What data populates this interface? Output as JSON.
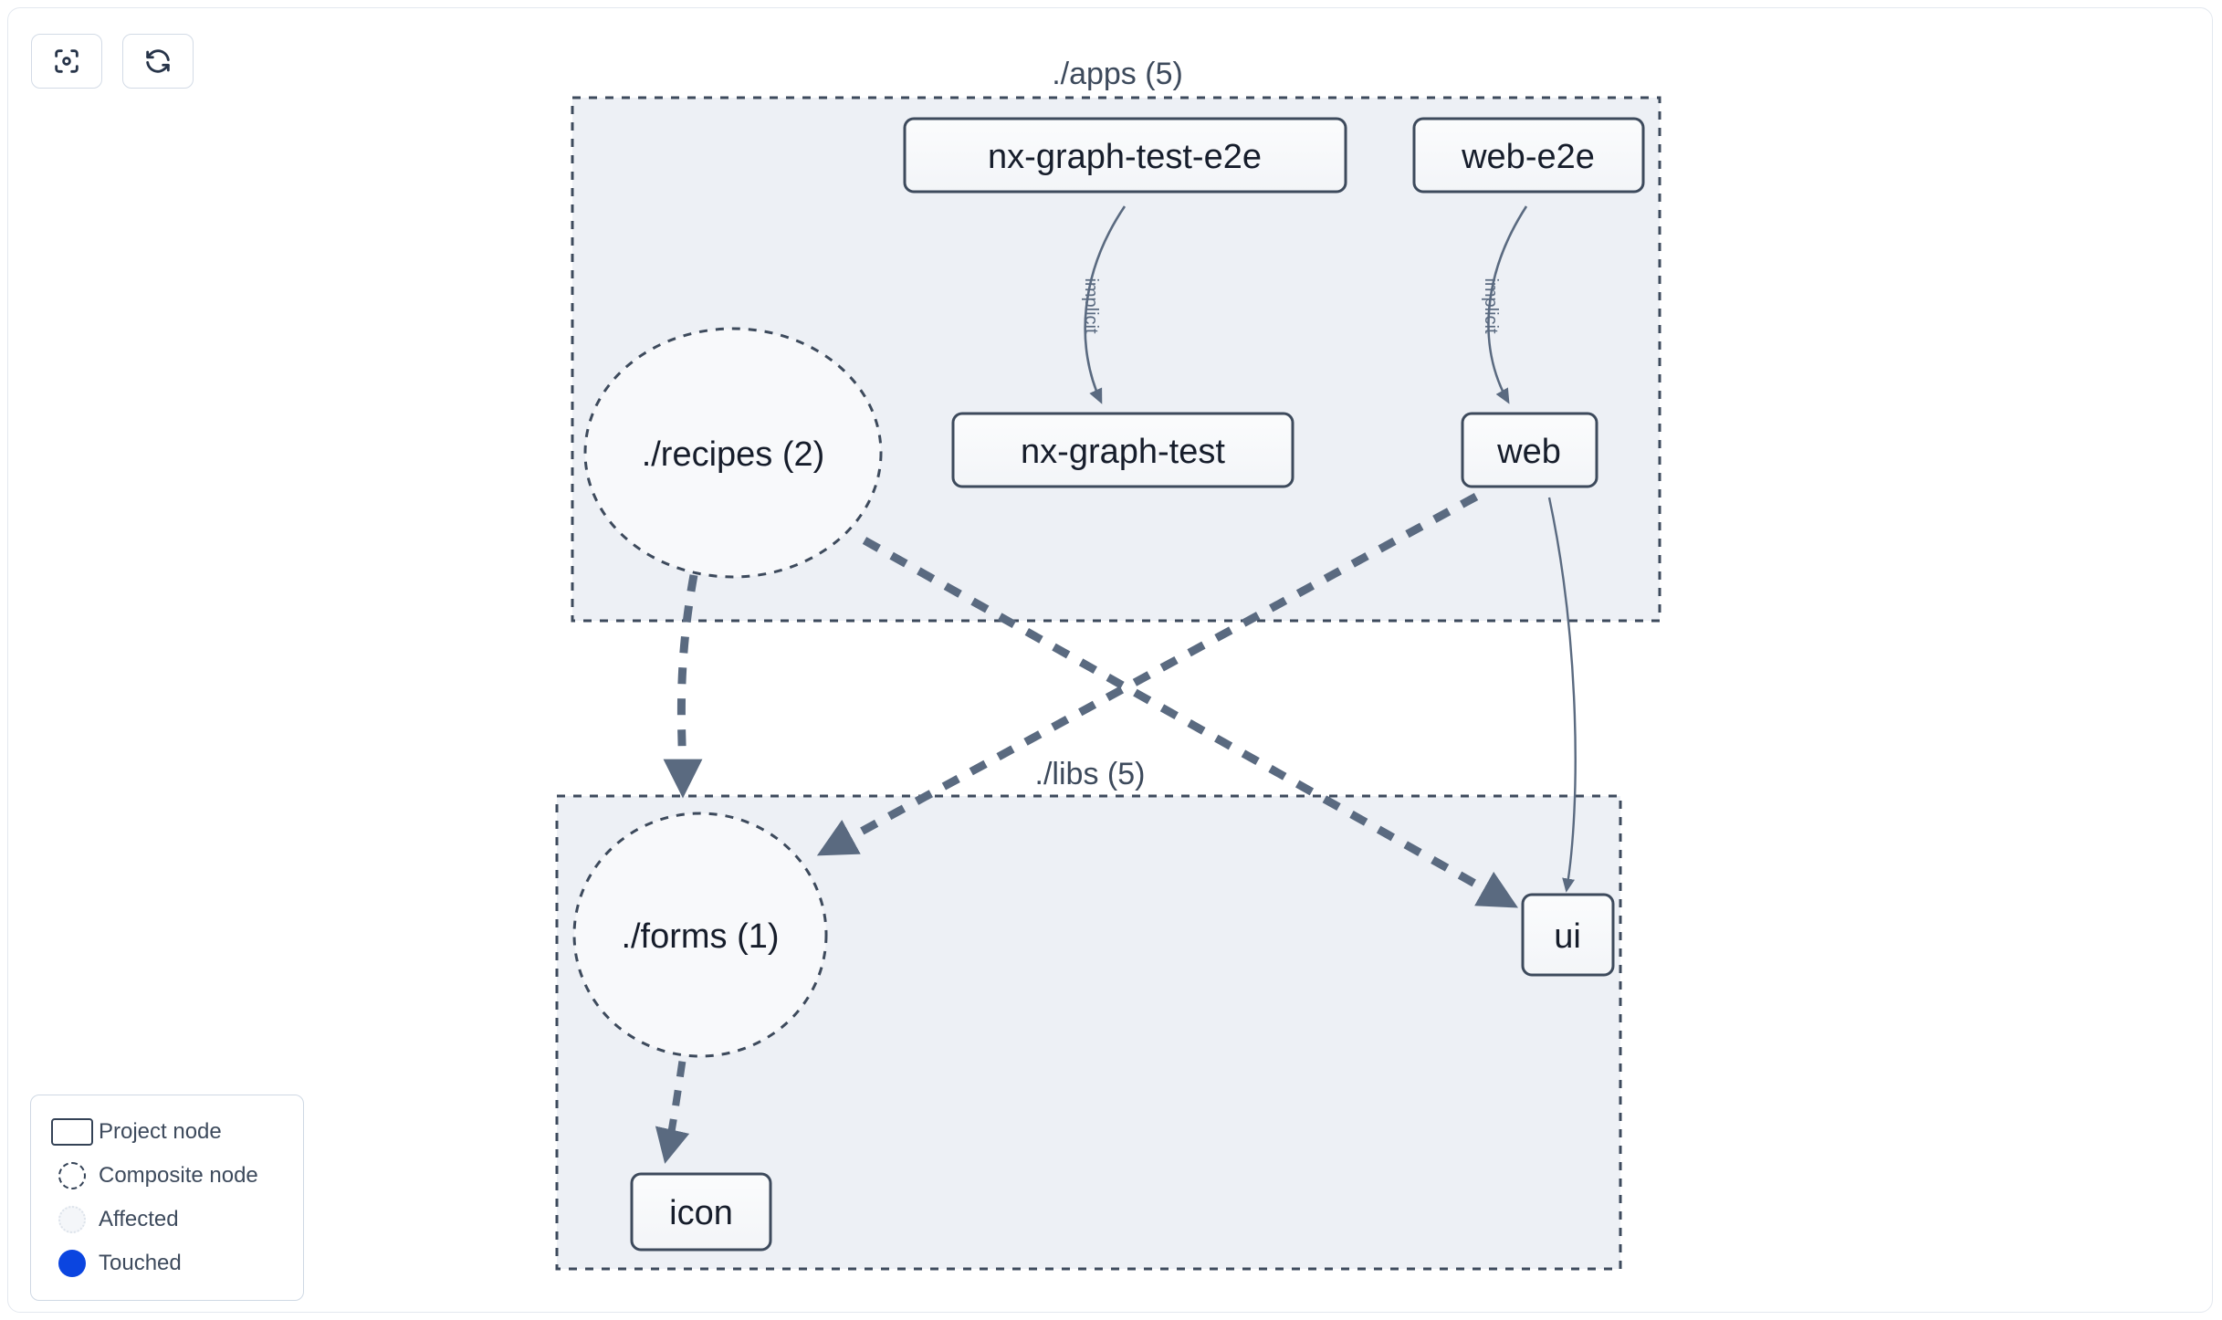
{
  "toolbar": {
    "buttons": [
      {
        "name": "focus-graph-button",
        "icon": "focus-target-icon",
        "label": ""
      },
      {
        "name": "refresh-graph-button",
        "icon": "refresh-icon",
        "label": ""
      }
    ]
  },
  "graph": {
    "groups": [
      {
        "id": "apps",
        "label": "./apps (5)"
      },
      {
        "id": "libs",
        "label": "./libs (5)"
      }
    ],
    "nodes": [
      {
        "id": "nx-graph-test-e2e",
        "label": "nx-graph-test-e2e",
        "type": "project"
      },
      {
        "id": "web-e2e",
        "label": "web-e2e",
        "type": "project"
      },
      {
        "id": "recipes",
        "label": "./recipes (2)",
        "type": "composite"
      },
      {
        "id": "nx-graph-test",
        "label": "nx-graph-test",
        "type": "project"
      },
      {
        "id": "web",
        "label": "web",
        "type": "project"
      },
      {
        "id": "forms",
        "label": "./forms (1)",
        "type": "composite"
      },
      {
        "id": "ui",
        "label": "ui",
        "type": "project"
      },
      {
        "id": "icon",
        "label": "icon",
        "type": "project"
      }
    ],
    "edges": [
      {
        "from": "nx-graph-test-e2e",
        "to": "nx-graph-test",
        "label": "implicit",
        "style": "solid"
      },
      {
        "from": "web-e2e",
        "to": "web",
        "label": "implicit",
        "style": "solid"
      },
      {
        "from": "web",
        "to": "ui",
        "label": "",
        "style": "solid"
      },
      {
        "from": "recipes",
        "to": "forms",
        "label": "",
        "style": "dashed"
      },
      {
        "from": "recipes",
        "to": "ui",
        "label": "",
        "style": "dashed"
      },
      {
        "from": "web",
        "to": "forms",
        "label": "",
        "style": "dashed"
      },
      {
        "from": "forms",
        "to": "icon",
        "label": "",
        "style": "dashed"
      }
    ]
  },
  "legend": {
    "items": [
      {
        "key": "project-node",
        "label": "Project node"
      },
      {
        "key": "composite-node",
        "label": "Composite node"
      },
      {
        "key": "affected",
        "label": "Affected"
      },
      {
        "key": "touched",
        "label": "Touched"
      }
    ]
  },
  "colors": {
    "group_fill": "#edf0f5",
    "group_stroke": "#3d4a5c",
    "node_fill": "#f8f9fb",
    "node_stroke": "#3d4a5c",
    "edge": "#5a6a80",
    "dashed_edge": "#5a6a80",
    "touched": "#0b45e0",
    "canvas": "#ffffff"
  }
}
